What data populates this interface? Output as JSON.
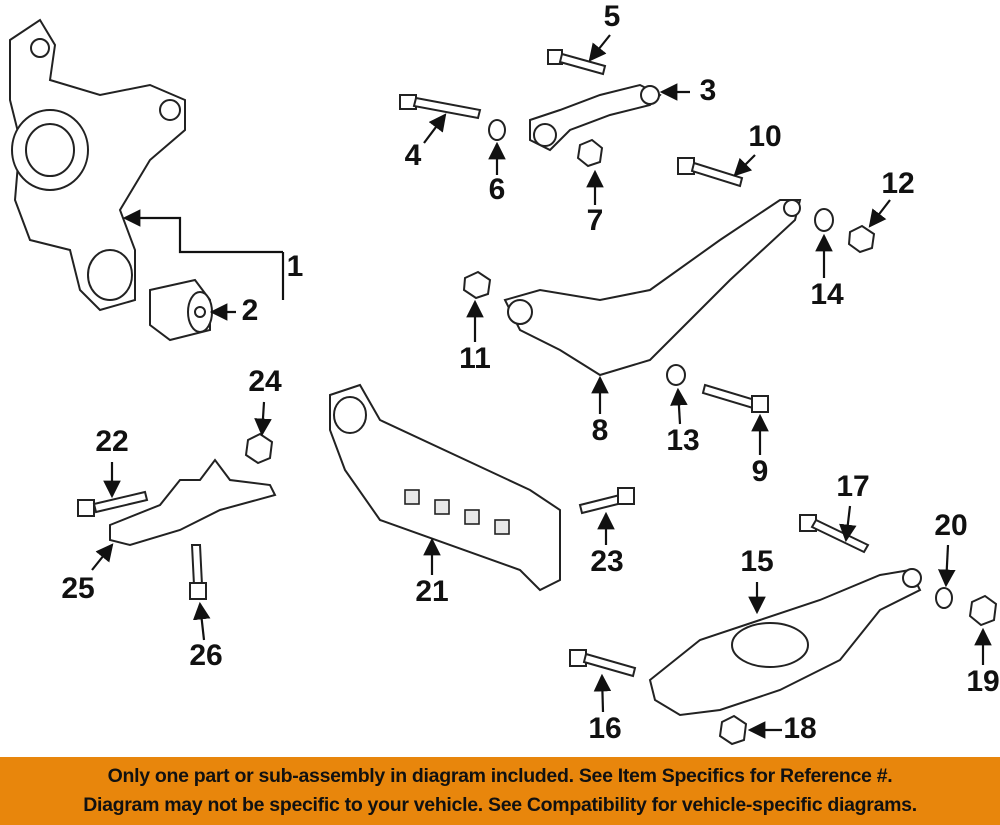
{
  "callouts": {
    "c1": "1",
    "c2": "2",
    "c3": "3",
    "c4": "4",
    "c5": "5",
    "c6": "6",
    "c7": "7",
    "c8": "8",
    "c9": "9",
    "c10": "10",
    "c11": "11",
    "c12": "12",
    "c13": "13",
    "c14": "14",
    "c15": "15",
    "c16": "16",
    "c17": "17",
    "c18": "18",
    "c19": "19",
    "c20": "20",
    "c21": "21",
    "c22": "22",
    "c23": "23",
    "c24": "24",
    "c25": "25",
    "c26": "26"
  },
  "banner": {
    "line1": "Only one part or sub-assembly in diagram included. See Item Specifics for Reference #.",
    "line2": "Diagram may not be specific to your vehicle. See Compatibility for vehicle-specific diagrams.",
    "color": "#E8860C"
  }
}
